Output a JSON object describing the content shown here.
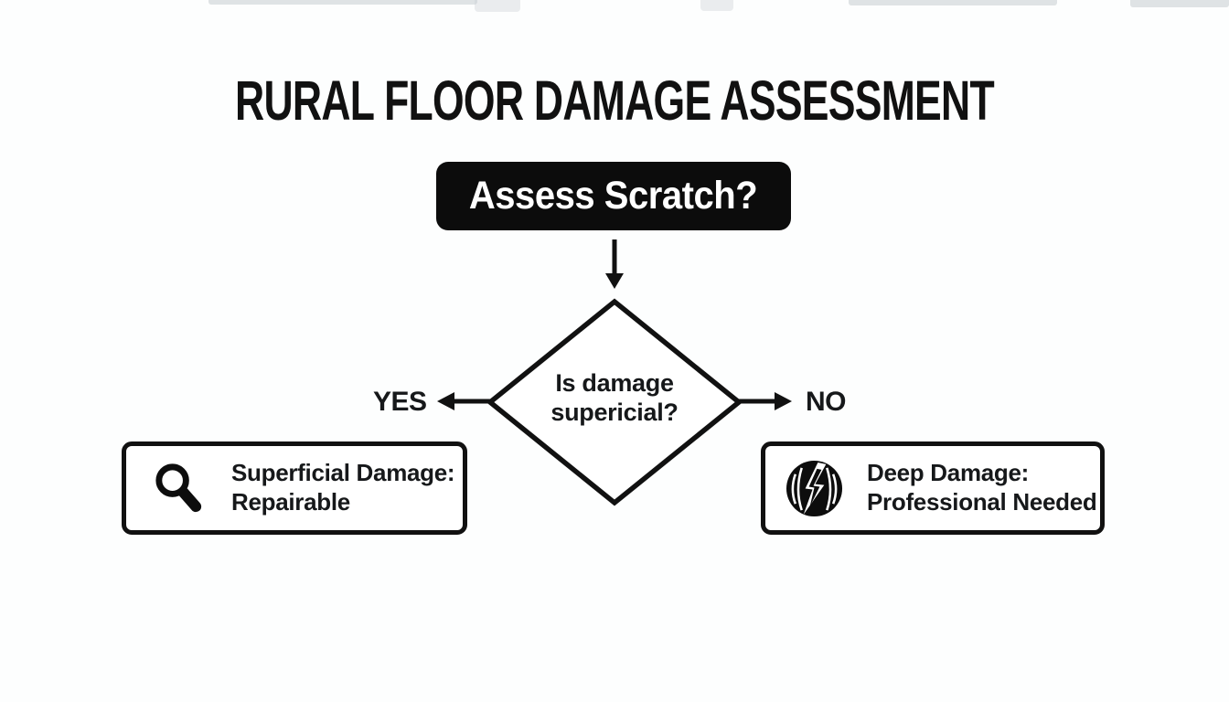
{
  "title": "RURAL FLOOR DAMAGE ASSESSMENT",
  "colors": {
    "background": "#fdfefe",
    "ink": "#111111",
    "start_node_bg": "#0c0c0c",
    "start_node_text": "#ffffff"
  },
  "flowchart": {
    "start": {
      "label": "Assess Scratch?"
    },
    "decision": {
      "line1": "Is damage",
      "line2": "supericial?"
    },
    "branch_yes": {
      "label": "YES"
    },
    "branch_no": {
      "label": "NO"
    },
    "outcome_yes": {
      "icon": "magnifier-icon",
      "line1": "Superficial Damage:",
      "line2": "Repairable"
    },
    "outcome_no": {
      "icon": "wood-crack-icon",
      "line1": "Deep Damage:",
      "line2": "Professional Needed"
    }
  }
}
